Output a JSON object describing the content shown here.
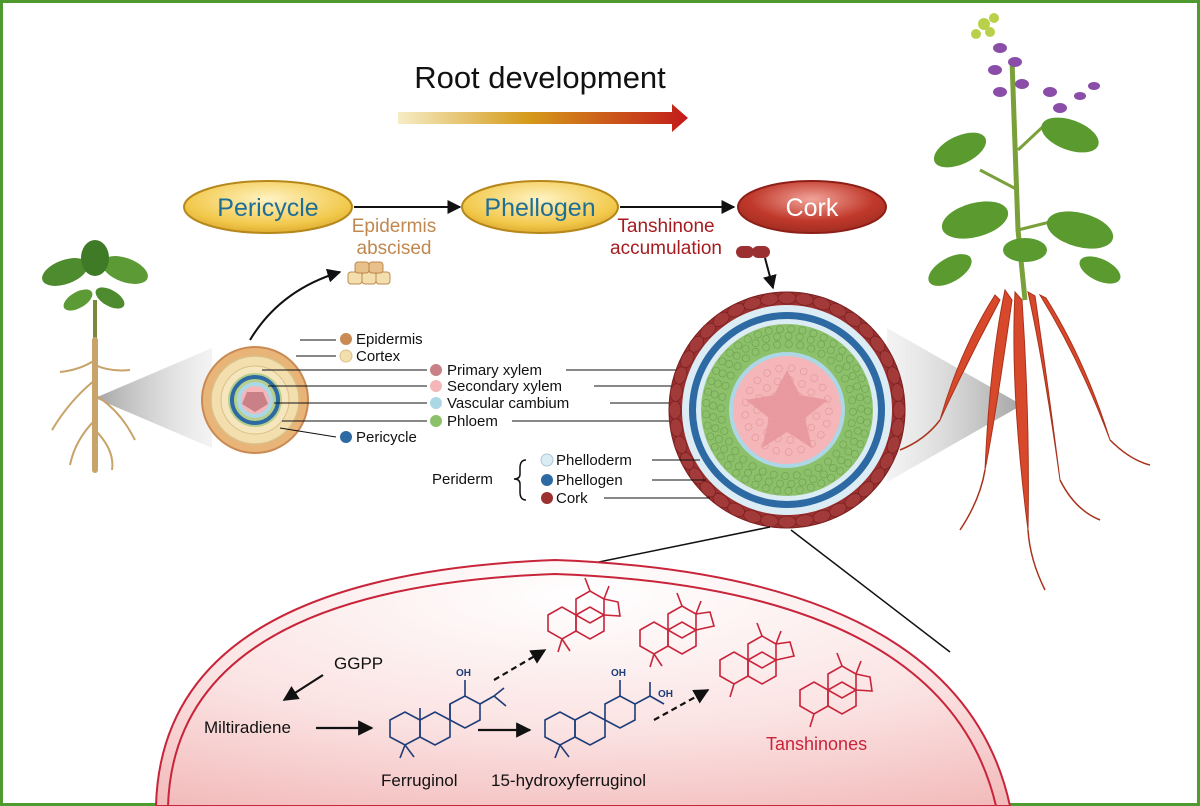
{
  "title": "Root development",
  "colors": {
    "frame": "#4f9a2e",
    "arrow_start": "#f3e7b3",
    "arrow_mid": "#d59a1a",
    "arrow_end": "#c21a1a",
    "node_gold_fill": "#f2c94c",
    "node_gold_stroke": "#b6871a",
    "node_gold_text": "#1f6f95",
    "node_red_fill": "#c0392b",
    "node_red_stroke": "#8e1f18",
    "node_red_text": "#ffffff",
    "epidermis": "#c98a54",
    "cortex": "#f3dfae",
    "primary_xylem": "#c98086",
    "secondary_xylem": "#f4b6b9",
    "vascular_cambium": "#acd7e6",
    "phloem": "#8dc06b",
    "pericycle": "#2d6aa3",
    "phelloderm": "#dcecf5",
    "phellogen": "#2d6aa3",
    "cork": "#9c3030",
    "tanshinone_red": "#c8243a",
    "ferruginol_blue": "#1d3c78"
  },
  "stages": {
    "pericycle": "Pericycle",
    "phellogen": "Phellogen",
    "cork": "Cork"
  },
  "transitions": {
    "first": [
      "Epidermis",
      "abscised"
    ],
    "second": [
      "Tanshinone",
      "accumulation"
    ]
  },
  "young_root_legend": {
    "epidermis": "Epidermis",
    "cortex": "Cortex",
    "pericycle": "Pericycle"
  },
  "shared_legend": {
    "primary_xylem": "Primary xylem",
    "secondary_xylem": "Secondary xylem",
    "vascular_cambium": "Vascular cambium",
    "phloem": "Phloem"
  },
  "periderm": {
    "label": "Periderm",
    "items": {
      "phelloderm": "Phelloderm",
      "phellogen": "Phellogen",
      "cork": "Cork"
    }
  },
  "pathway": {
    "ggpp": "GGPP",
    "miltiradiene": "Miltiradiene",
    "ferruginol": "Ferruginol",
    "hydroxyferruginol": "15-hydroxyferruginol",
    "tanshinones": "Tanshinones",
    "oh": "OH"
  }
}
